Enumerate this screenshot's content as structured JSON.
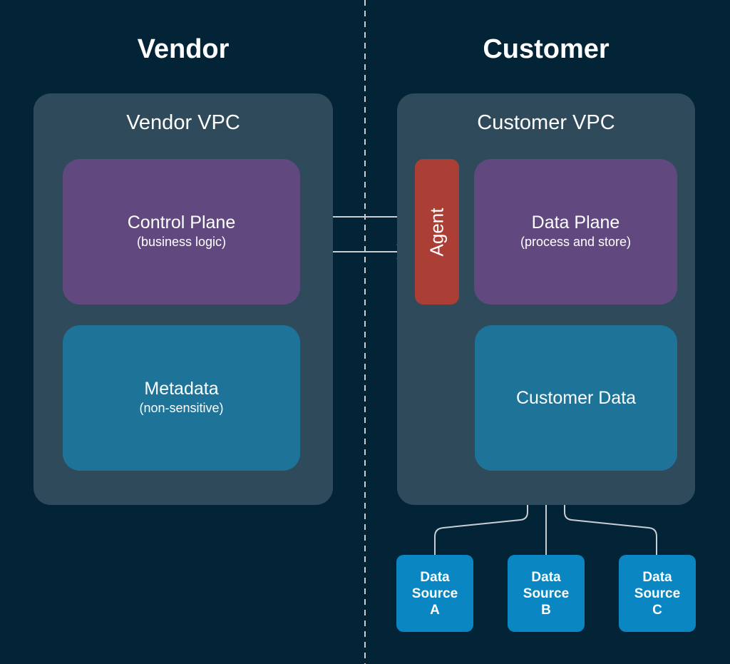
{
  "vendor": {
    "heading": "Vendor",
    "vpc_title": "Vendor VPC",
    "control_plane": {
      "title": "Control Plane",
      "subtitle": "(business logic)"
    },
    "metadata": {
      "title": "Metadata",
      "subtitle": "(non-sensitive)"
    }
  },
  "customer": {
    "heading": "Customer",
    "vpc_title": "Customer VPC",
    "agent": "Agent",
    "data_plane": {
      "title": "Data Plane",
      "subtitle": "(process and store)"
    },
    "customer_data": {
      "title": "Customer Data"
    },
    "sources": [
      {
        "line1": "Data",
        "line2": "Source",
        "line3": "A"
      },
      {
        "line1": "Data",
        "line2": "Source",
        "line3": "B"
      },
      {
        "line1": "Data",
        "line2": "Source",
        "line3": "C"
      }
    ]
  },
  "colors": {
    "background": "#022436",
    "vpc": "#2f4a5b",
    "plane": "#61497f",
    "data": "#1e7399",
    "agent": "#ac3f35",
    "source": "#0a87c2",
    "connector": "#c9ced3"
  }
}
